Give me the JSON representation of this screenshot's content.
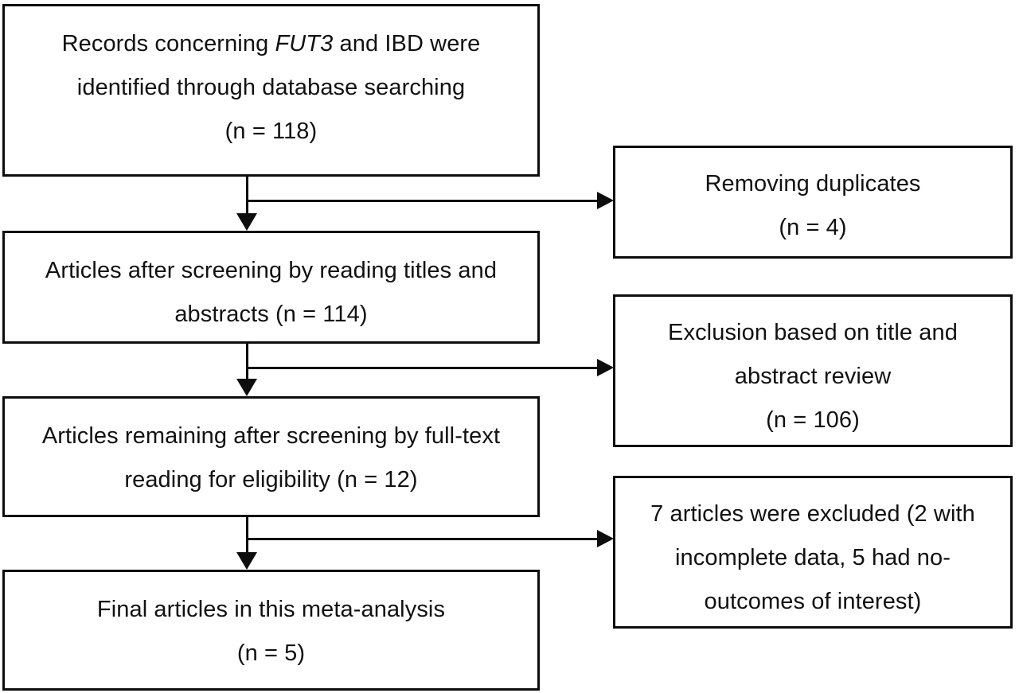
{
  "diagram": {
    "type": "prisma-flow-diagram",
    "title": "",
    "line_color": "#0d0d0d",
    "background_color": "#ffffff",
    "text_color": "#111111",
    "flow_boxes": [
      {
        "id": "records-identified",
        "column": "left",
        "text": "Records concerning FUT3 and IBD were\nidentified through database searching\n(n = 118)",
        "line1_pre": "Records concerning ",
        "line1_italic": "FUT3",
        "line1_post": " and IBD were",
        "line2": "identified through database searching",
        "line3": "(n = 118)",
        "count_label": "(n = 118)",
        "count": 118
      },
      {
        "id": "after-title-abstract-screening",
        "column": "left",
        "text": "Articles after screening by reading titles and\nabstracts (n = 114)",
        "line1": "Articles after screening by reading titles and",
        "line2": "abstracts (n = 114)",
        "count_label": "(n = 114)",
        "count": 114
      },
      {
        "id": "after-full-text-screening",
        "column": "left",
        "text": "Articles remaining after screening by full-text\nreading for eligibility (n = 12)",
        "line1": "Articles remaining after screening by full-text",
        "line2": "reading for eligibility (n = 12)",
        "count_label": "(n = 12)",
        "count": 12
      },
      {
        "id": "final-articles",
        "column": "left",
        "text": "Final articles in this meta-analysis\n(n = 5)",
        "line1": "Final articles in this meta-analysis",
        "line2": "(n = 5)",
        "count_label": "(n = 5)",
        "count": 5
      }
    ],
    "exclusion_boxes": [
      {
        "id": "removing-duplicates",
        "column": "right",
        "text": "Removing duplicates\n(n = 4)",
        "line1": "Removing duplicates",
        "line2": "(n = 4)",
        "count_label": "(n = 4)",
        "count": 4
      },
      {
        "id": "exclusion-title-abstract",
        "column": "right",
        "text": "Exclusion based on title and\nabstract review\n(n = 106)",
        "line1": "Exclusion based on title and",
        "line2": "abstract review",
        "line3": "(n = 106)",
        "count_label": "(n = 106)",
        "count": 106
      },
      {
        "id": "exclusion-full-text",
        "column": "right",
        "text": "7 articles were excluded (2 with\nincomplete data, 5 had no-\noutcomes of interest)",
        "line1": "7 articles were excluded (2 with",
        "line2": "incomplete data, 5 had no-",
        "line3": "outcomes of interest)",
        "count_label": "",
        "count": 7
      }
    ],
    "connectors": [
      {
        "id": "connector-1",
        "from": "records-identified",
        "to": "after-title-abstract-screening",
        "branch_to": "removing-duplicates"
      },
      {
        "id": "connector-2",
        "from": "after-title-abstract-screening",
        "to": "after-full-text-screening",
        "branch_to": "exclusion-title-abstract"
      },
      {
        "id": "connector-3",
        "from": "after-full-text-screening",
        "to": "final-articles",
        "branch_to": "exclusion-full-text"
      }
    ]
  }
}
